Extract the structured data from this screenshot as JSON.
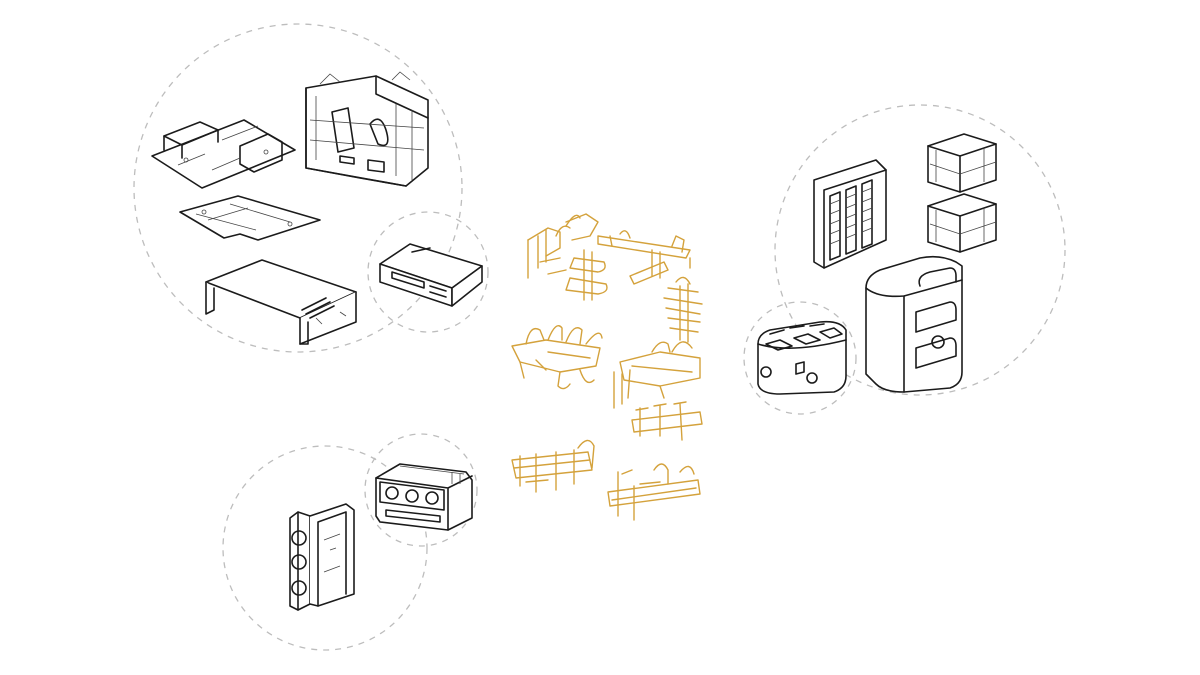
{
  "colors": {
    "background": "#ffffff",
    "outline": "#1b1b1b",
    "dashed_circle": "#bdbdbd",
    "accent_parts": "#d4a23c"
  },
  "groups": [
    {
      "name": "vcr-parts-group",
      "parts": [
        "vcr-bottom-tray",
        "vcr-chassis-frame",
        "vcr-circuit-plate",
        "vcr-top-cover",
        "vcr-assembled-unit"
      ]
    },
    {
      "name": "toaster-parts-group",
      "parts": [
        "toaster-side-grille",
        "toaster-slot-cages",
        "toaster-outer-shell",
        "toaster-assembled-unit"
      ]
    },
    {
      "name": "stove-parts-group",
      "parts": [
        "stove-knob-panel",
        "stove-assembled-unit"
      ]
    }
  ],
  "center_assembly": {
    "name": "gold-assembly-cluster",
    "color": "#d4a23c"
  }
}
